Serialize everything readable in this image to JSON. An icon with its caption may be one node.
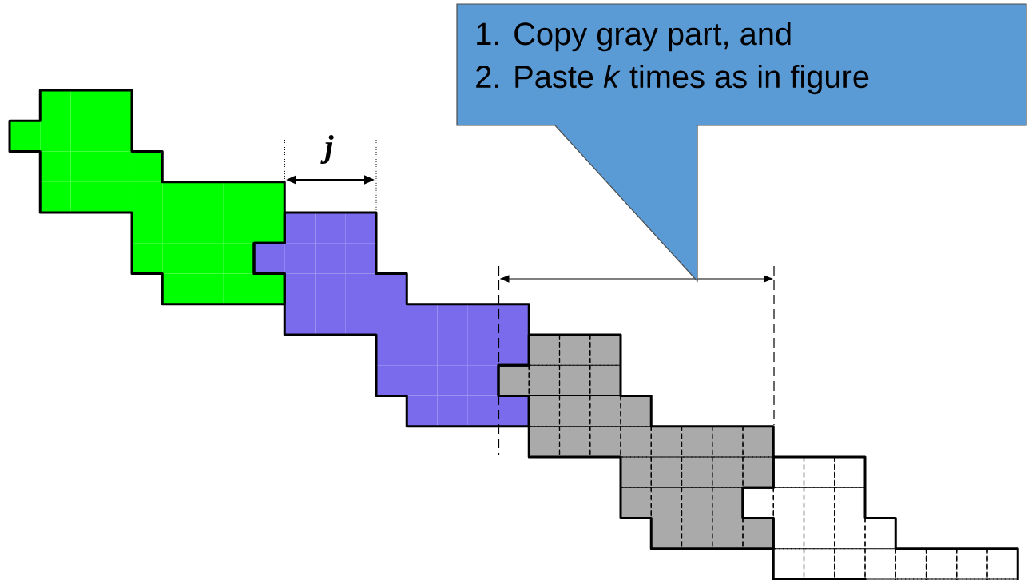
{
  "diagram": {
    "nodes": [
      {
        "text": [
          "1. Copy gray part, and",
          "2. Paste *k* times as in figure"
        ]
      }
    ],
    "labels": [
      "j"
    ]
  }
}
